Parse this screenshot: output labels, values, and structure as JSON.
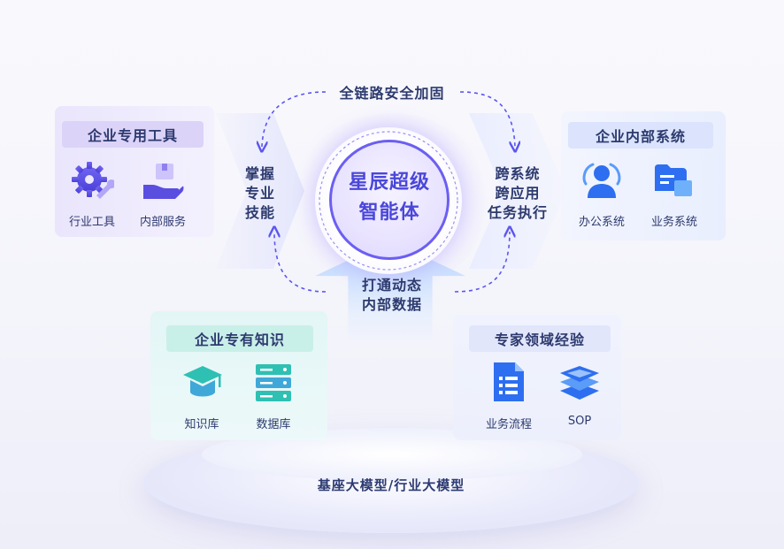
{
  "top_label": "全链路安全加固",
  "center": {
    "line1": "星辰超级",
    "line2": "智能体"
  },
  "left_arrow": {
    "lines": [
      "掌握",
      "专业",
      "技能"
    ]
  },
  "right_arrow": {
    "lines": [
      "跨系统",
      "跨应用",
      "任务执行"
    ]
  },
  "bottom_arrow": {
    "lines": [
      "打通动态",
      "内部数据"
    ]
  },
  "panels": {
    "enterprise_tools": {
      "title": "企业专用工具",
      "items": [
        {
          "label": "行业工具",
          "icon": "gear-wrench-icon"
        },
        {
          "label": "内部服务",
          "icon": "hand-box-icon"
        }
      ]
    },
    "internal_systems": {
      "title": "企业内部系统",
      "items": [
        {
          "label": "办公系统",
          "icon": "user-icon"
        },
        {
          "label": "业务系统",
          "icon": "folder-icon"
        }
      ]
    },
    "enterprise_knowledge": {
      "title": "企业专有知识",
      "items": [
        {
          "label": "知识库",
          "icon": "graduation-cap-icon"
        },
        {
          "label": "数据库",
          "icon": "server-icon"
        }
      ]
    },
    "expert_experience": {
      "title": "专家领域经验",
      "items": [
        {
          "label": "业务流程",
          "icon": "document-list-icon"
        },
        {
          "label": "SOP",
          "icon": "stacked-layers-icon"
        }
      ]
    }
  },
  "base": {
    "label": "基座大模型/行业大模型"
  },
  "colors": {
    "accent": "#5b55ef",
    "text": "#2d3a6e",
    "teal": "#3cc3b8"
  }
}
